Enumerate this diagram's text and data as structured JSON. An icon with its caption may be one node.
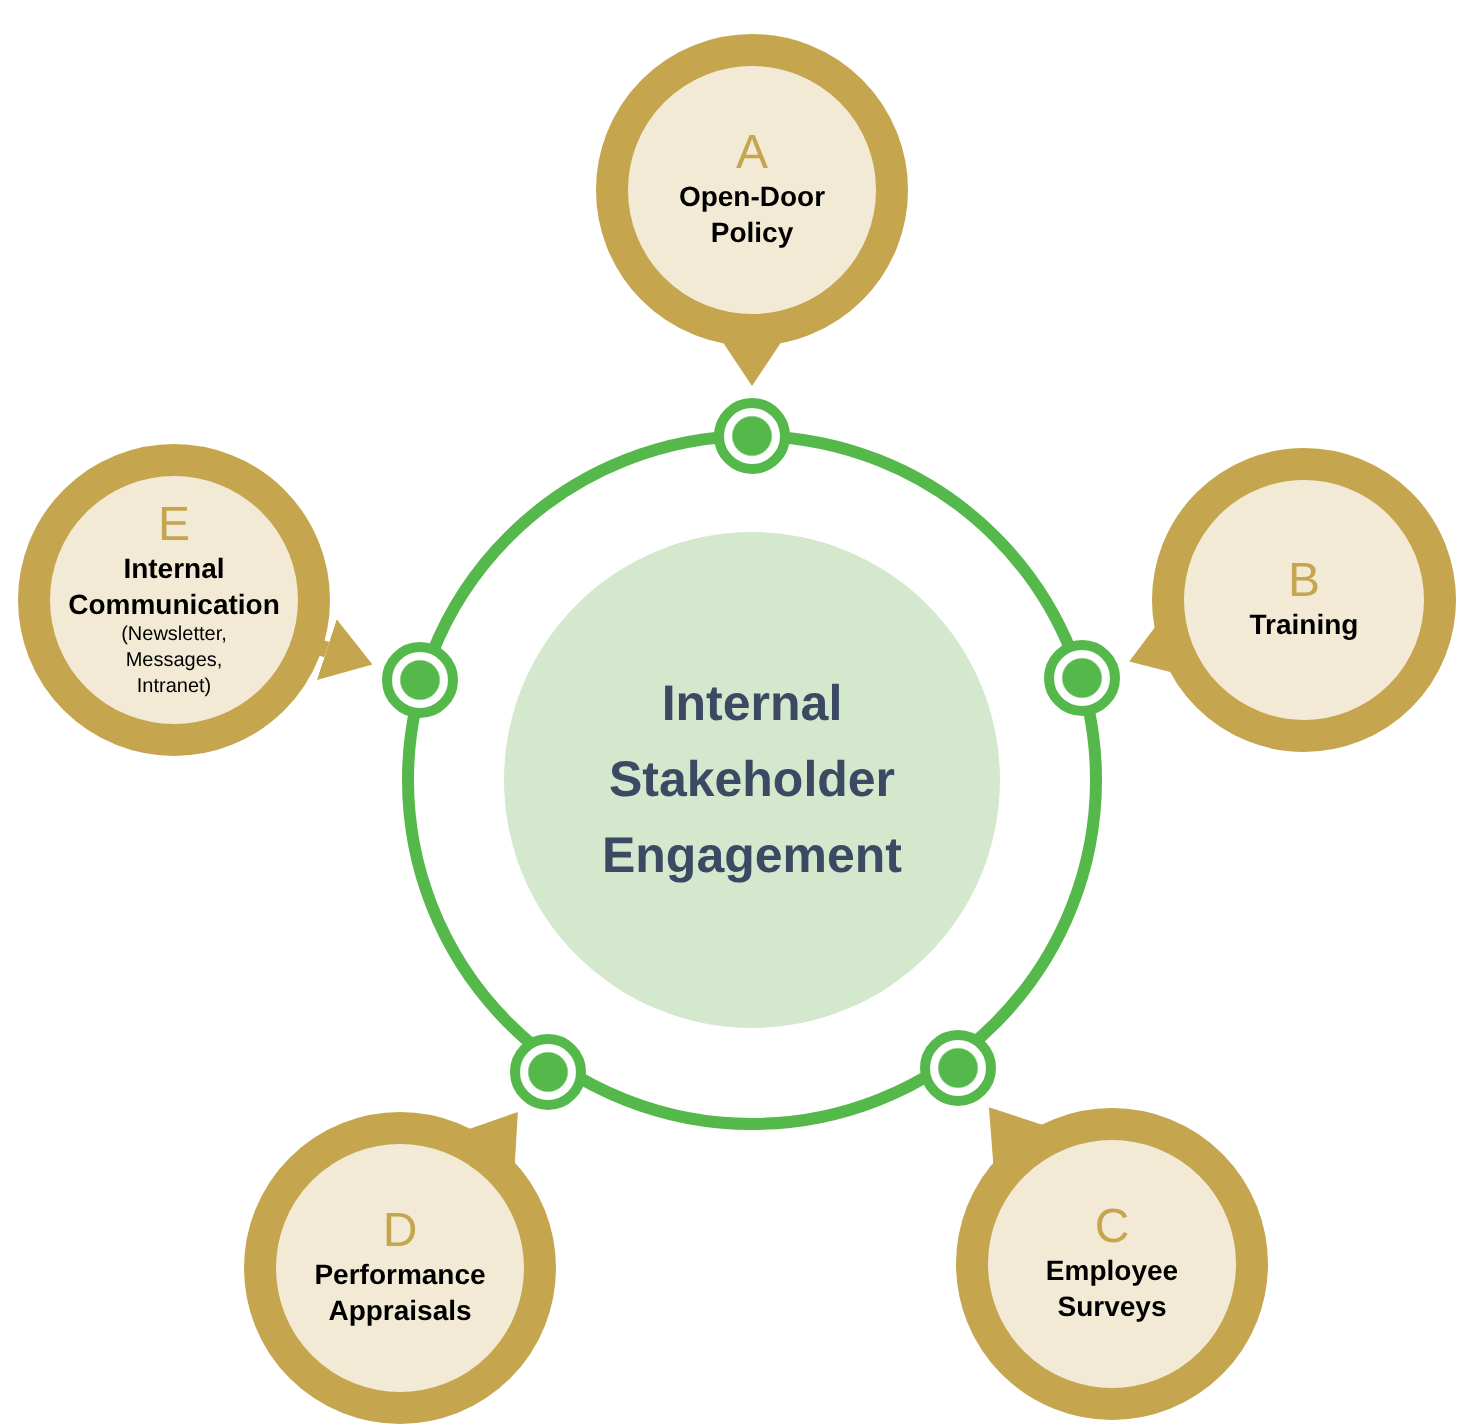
{
  "diagram": {
    "nodes": [
      {
        "text": [
          "Internal Stakeholder Engagement"
        ]
      },
      {
        "text": [
          "A",
          "Open-Door Policy"
        ]
      },
      {
        "text": [
          "B",
          "Training"
        ]
      },
      {
        "text": [
          "C",
          "Employee Surveys"
        ]
      },
      {
        "text": [
          "D",
          "Performance Appraisals"
        ]
      },
      {
        "text": [
          "E",
          "Internal Communication",
          "(Newsletter, Messages, Intranet)"
        ]
      },
      {
        "text": [],
        "shape": "circle"
      },
      {
        "text": [],
        "shape": "circle"
      },
      {
        "text": [],
        "shape": "circle"
      },
      {
        "text": [],
        "shape": "circle"
      },
      {
        "text": [],
        "shape": "circle"
      }
    ],
    "edges": [
      {
        "from": 1,
        "to": 6,
        "arrow": "to"
      },
      {
        "from": 2,
        "to": 7,
        "arrow": "to"
      },
      {
        "from": 3,
        "to": 8,
        "arrow": "to"
      },
      {
        "from": 4,
        "to": 9,
        "arrow": "to"
      },
      {
        "from": 5,
        "to": 10,
        "arrow": "to"
      }
    ]
  }
}
